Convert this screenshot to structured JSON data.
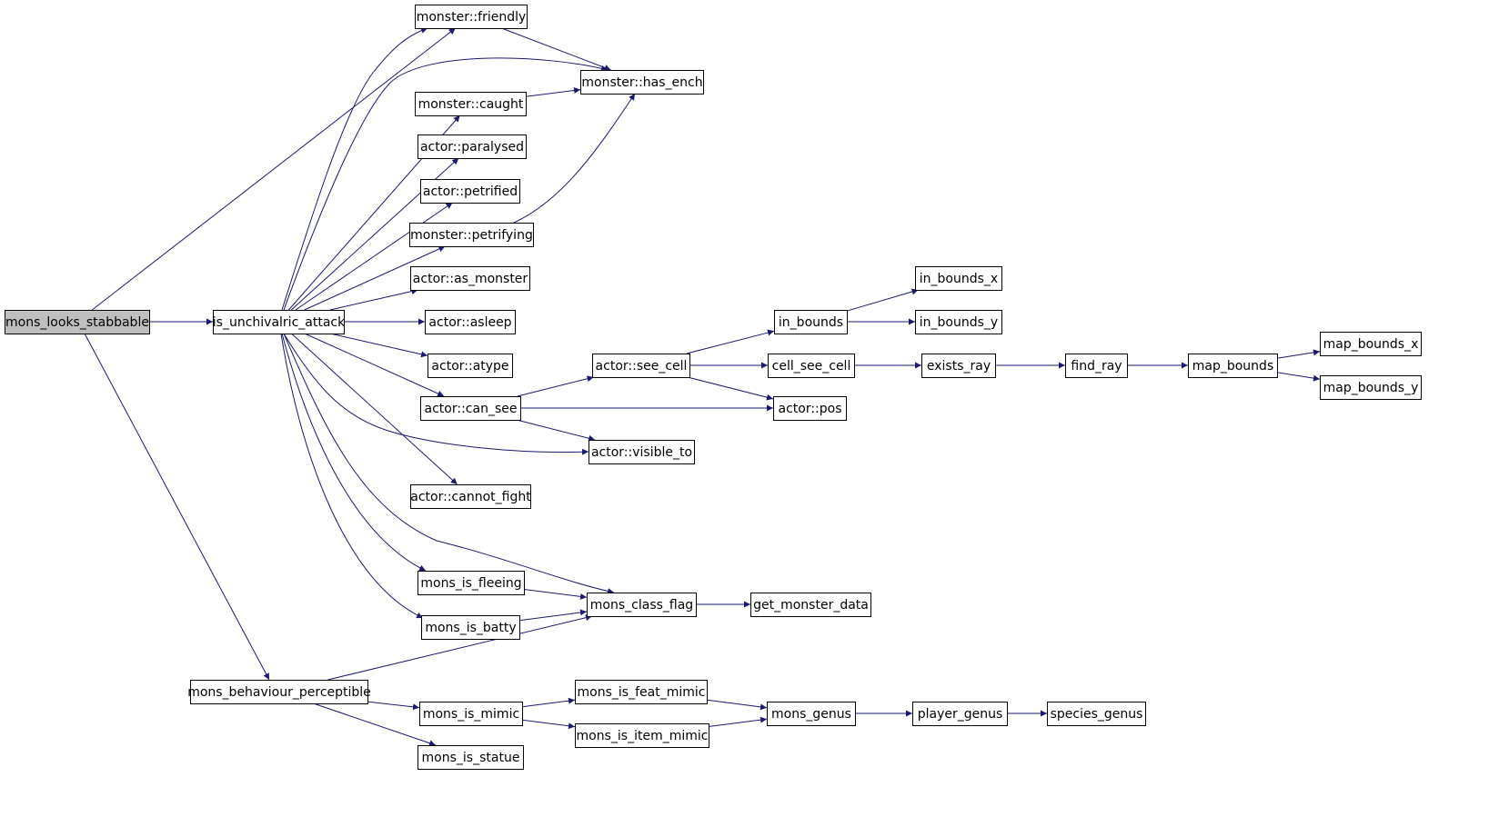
{
  "colors": {
    "edge": "#191970",
    "node_fill": "#ffffff",
    "root_fill": "#bfbfbf",
    "node_stroke": "#000000"
  },
  "graph": {
    "root": "mons_looks_stabbable",
    "nodes": {
      "mons_looks_stabbable": "mons_looks_stabbable",
      "is_unchivalric_attack": "is_unchivalric_attack",
      "monster_friendly": "monster::friendly",
      "monster_has_ench": "monster::has_ench",
      "monster_caught": "monster::caught",
      "actor_paralysed": "actor::paralysed",
      "actor_petrified": "actor::petrified",
      "monster_petrifying": "monster::petrifying",
      "actor_as_monster": "actor::as_monster",
      "actor_asleep": "actor::asleep",
      "actor_atype": "actor::atype",
      "actor_can_see": "actor::can_see",
      "actor_see_cell": "actor::see_cell",
      "actor_visible_to": "actor::visible_to",
      "actor_cannot_fight": "actor::cannot_fight",
      "mons_is_fleeing": "mons_is_fleeing",
      "mons_is_batty": "mons_is_batty",
      "mons_class_flag": "mons_class_flag",
      "get_monster_data": "get_monster_data",
      "in_bounds": "in_bounds",
      "in_bounds_x": "in_bounds_x",
      "in_bounds_y": "in_bounds_y",
      "cell_see_cell": "cell_see_cell",
      "actor_pos": "actor::pos",
      "exists_ray": "exists_ray",
      "find_ray": "find_ray",
      "map_bounds": "map_bounds",
      "map_bounds_x": "map_bounds_x",
      "map_bounds_y": "map_bounds_y",
      "mons_behaviour_perceptible": "mons_behaviour_perceptible",
      "mons_is_mimic": "mons_is_mimic",
      "mons_is_statue": "mons_is_statue",
      "mons_is_feat_mimic": "mons_is_feat_mimic",
      "mons_is_item_mimic": "mons_is_item_mimic",
      "mons_genus": "mons_genus",
      "player_genus": "player_genus",
      "species_genus": "species_genus"
    },
    "edges": [
      [
        "mons_looks_stabbable",
        "monster_friendly"
      ],
      [
        "mons_looks_stabbable",
        "is_unchivalric_attack"
      ],
      [
        "mons_looks_stabbable",
        "mons_behaviour_perceptible"
      ],
      [
        "is_unchivalric_attack",
        "monster_friendly"
      ],
      [
        "is_unchivalric_attack",
        "monster_has_ench"
      ],
      [
        "is_unchivalric_attack",
        "monster_caught"
      ],
      [
        "is_unchivalric_attack",
        "actor_paralysed"
      ],
      [
        "is_unchivalric_attack",
        "actor_petrified"
      ],
      [
        "is_unchivalric_attack",
        "monster_petrifying"
      ],
      [
        "is_unchivalric_attack",
        "actor_as_monster"
      ],
      [
        "is_unchivalric_attack",
        "actor_asleep"
      ],
      [
        "is_unchivalric_attack",
        "actor_atype"
      ],
      [
        "is_unchivalric_attack",
        "actor_can_see"
      ],
      [
        "is_unchivalric_attack",
        "actor_visible_to"
      ],
      [
        "is_unchivalric_attack",
        "actor_cannot_fight"
      ],
      [
        "is_unchivalric_attack",
        "mons_is_fleeing"
      ],
      [
        "is_unchivalric_attack",
        "mons_is_batty"
      ],
      [
        "is_unchivalric_attack",
        "mons_class_flag"
      ],
      [
        "monster_friendly",
        "monster_has_ench"
      ],
      [
        "monster_caught",
        "monster_has_ench"
      ],
      [
        "monster_petrifying",
        "monster_has_ench"
      ],
      [
        "actor_can_see",
        "actor_see_cell"
      ],
      [
        "actor_can_see",
        "actor_pos"
      ],
      [
        "actor_can_see",
        "actor_visible_to"
      ],
      [
        "actor_see_cell",
        "in_bounds"
      ],
      [
        "actor_see_cell",
        "cell_see_cell"
      ],
      [
        "actor_see_cell",
        "actor_pos"
      ],
      [
        "in_bounds",
        "in_bounds_x"
      ],
      [
        "in_bounds",
        "in_bounds_y"
      ],
      [
        "cell_see_cell",
        "exists_ray"
      ],
      [
        "exists_ray",
        "find_ray"
      ],
      [
        "find_ray",
        "map_bounds"
      ],
      [
        "map_bounds",
        "map_bounds_x"
      ],
      [
        "map_bounds",
        "map_bounds_y"
      ],
      [
        "mons_is_fleeing",
        "mons_class_flag"
      ],
      [
        "mons_is_batty",
        "mons_class_flag"
      ],
      [
        "mons_class_flag",
        "get_monster_data"
      ],
      [
        "mons_behaviour_perceptible",
        "mons_class_flag"
      ],
      [
        "mons_behaviour_perceptible",
        "mons_is_mimic"
      ],
      [
        "mons_behaviour_perceptible",
        "mons_is_statue"
      ],
      [
        "mons_is_mimic",
        "mons_is_feat_mimic"
      ],
      [
        "mons_is_mimic",
        "mons_is_item_mimic"
      ],
      [
        "mons_is_feat_mimic",
        "mons_genus"
      ],
      [
        "mons_is_item_mimic",
        "mons_genus"
      ],
      [
        "mons_genus",
        "player_genus"
      ],
      [
        "player_genus",
        "species_genus"
      ]
    ]
  }
}
